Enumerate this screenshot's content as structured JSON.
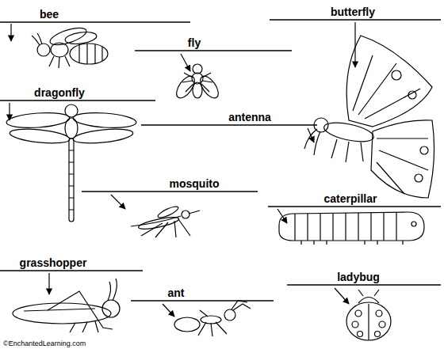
{
  "diagram": {
    "labels": [
      "bee",
      "butterfly",
      "fly",
      "dragonfly",
      "antenna",
      "mosquito",
      "caterpillar",
      "grasshopper",
      "ladybug",
      "ant",
      "©EnchantedLearning.com"
    ]
  }
}
